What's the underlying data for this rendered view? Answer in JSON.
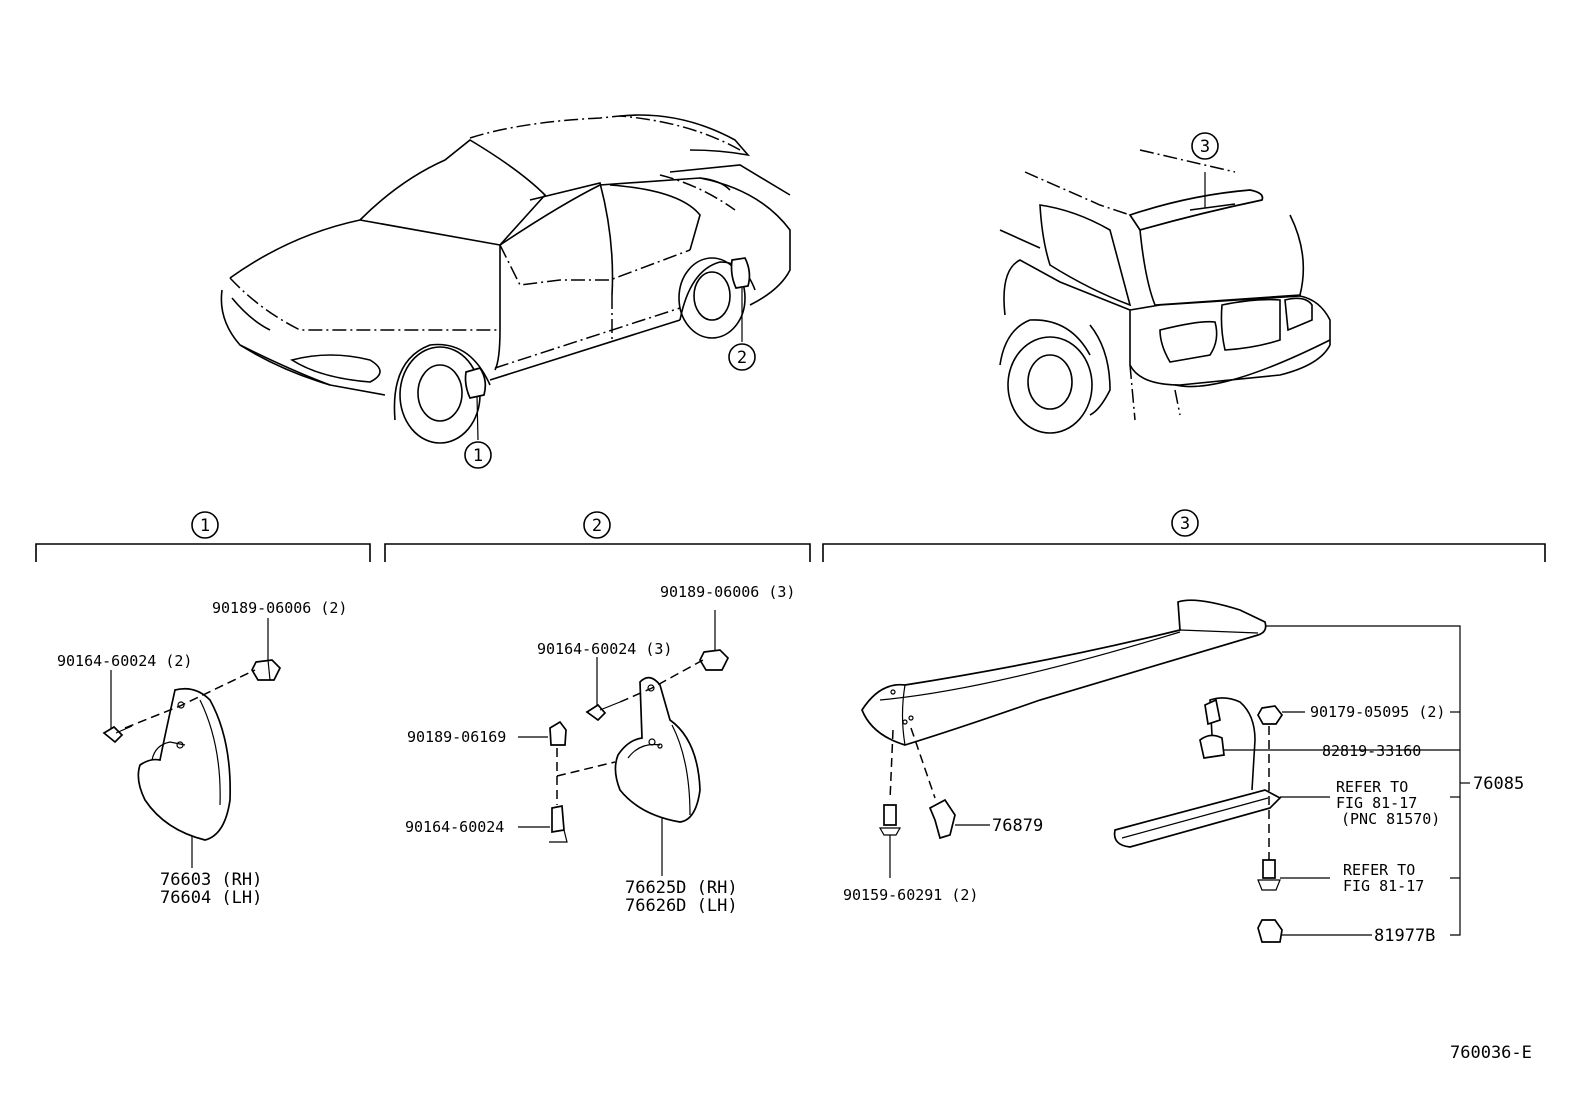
{
  "callouts": {
    "c1": "1",
    "c2": "2",
    "c3": "3"
  },
  "sections": {
    "s1": "1",
    "s2": "2",
    "s3": "3"
  },
  "parts": {
    "p_90189_06006_2": "90189-06006 (2)",
    "p_90164_60024_2": "90164-60024 (2)",
    "p_76603": "76603 (RH)",
    "p_76604": "76604 (LH)",
    "p_90189_06006_3": "90189-06006 (3)",
    "p_90164_60024_3": "90164-60024 (3)",
    "p_90189_06169": "90189-06169",
    "p_90164_60024": "90164-60024",
    "p_76625D": "76625D (RH)",
    "p_76626D": "76626D (LH)",
    "p_76879": "76879",
    "p_90159_60291_2": "90159-60291 (2)",
    "p_90179_05095_2": "90179-05095 (2)",
    "p_82819_33160": "82819-33160",
    "p_refer1_a": "REFER TO",
    "p_refer1_b": "FIG 81-17",
    "p_refer1_c": "(PNC 81570)",
    "p_refer2_a": "REFER TO",
    "p_refer2_b": "FIG 81-17",
    "p_76085": "76085",
    "p_81977B": "81977B"
  },
  "figure_id": "760036-E"
}
